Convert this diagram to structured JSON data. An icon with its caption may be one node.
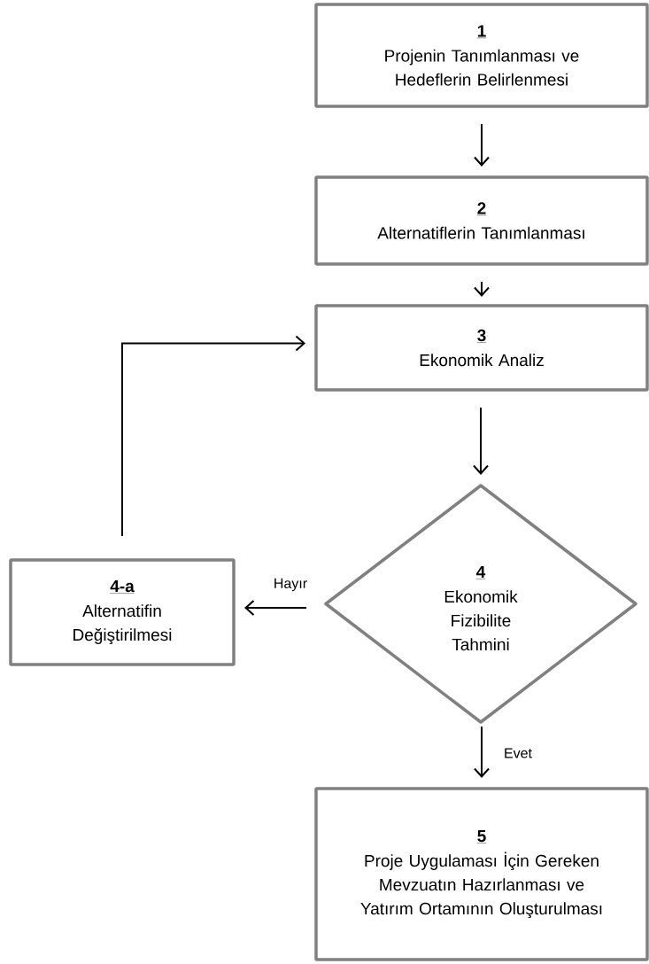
{
  "diagram": {
    "nodes": [
      {
        "text": [
          "1",
          "Projenin Tanımlanması ve Hedeflerin Belirlenmesi"
        ]
      },
      {
        "text": [
          "2",
          "Alternatiflerin Tanımlanması"
        ]
      },
      {
        "text": [
          "3",
          "Ekonomik Analiz"
        ]
      },
      {
        "text": [
          "4",
          "Ekonomik Fizibilite Tahmini"
        ]
      },
      {
        "text": [
          "4-a",
          "Alternatifin Değiştirilmesi"
        ]
      },
      {
        "text": [
          "5",
          "Proje Uygulaması İçin Gereken Mevzuatın Hazırlanması ve Yatırım Ortamının Oluşturulması"
        ]
      }
    ],
    "edges": [
      {
        "from": 0,
        "to": 1,
        "arrow": "to"
      },
      {
        "from": 1,
        "to": 2,
        "arrow": "to"
      },
      {
        "from": 2,
        "to": 3,
        "arrow": "to"
      },
      {
        "from": 3,
        "to": 4,
        "arrow": "to",
        "label": "Hayır"
      },
      {
        "from": 3,
        "to": 5,
        "arrow": "to",
        "label": "Evet"
      },
      {
        "from": 4,
        "to": 2,
        "arrow": "to"
      }
    ]
  }
}
